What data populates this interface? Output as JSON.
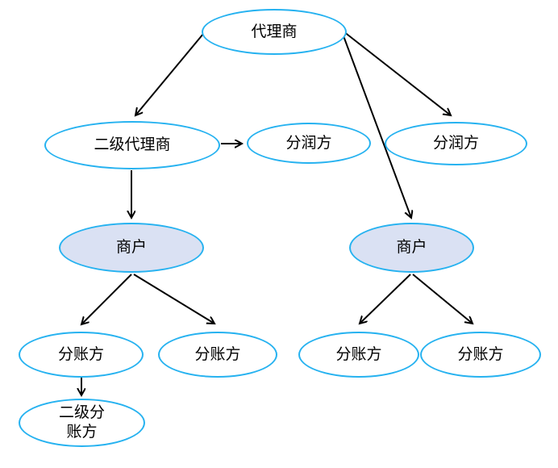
{
  "diagram": {
    "title": "payment-role-hierarchy-flowchart",
    "colors": {
      "node_border": "#26b2f0",
      "node_fill": "#ffffff",
      "merchant_fill": "#dae1f3",
      "arrow": "#000000",
      "text": "#000000",
      "canvas_bg": "#ffffff"
    },
    "nodes": [
      {
        "id": "agent",
        "label": "代理商",
        "highlighted": false
      },
      {
        "id": "sub-agent",
        "label": "二级代理商",
        "highlighted": false
      },
      {
        "id": "profit-share-left",
        "label": "分润方",
        "highlighted": false
      },
      {
        "id": "profit-share-right",
        "label": "分润方",
        "highlighted": false
      },
      {
        "id": "merchant-left",
        "label": "商户",
        "highlighted": true
      },
      {
        "id": "merchant-right",
        "label": "商户",
        "highlighted": true
      },
      {
        "id": "split-party-1",
        "label": "分账方",
        "highlighted": false
      },
      {
        "id": "split-party-2",
        "label": "分账方",
        "highlighted": false
      },
      {
        "id": "split-party-3",
        "label": "分账方",
        "highlighted": false
      },
      {
        "id": "split-party-4",
        "label": "分账方",
        "highlighted": false
      },
      {
        "id": "sub-split-party",
        "label": "二级分账方",
        "highlighted": false
      }
    ],
    "edges": [
      {
        "from": "agent",
        "to": "sub-agent"
      },
      {
        "from": "agent",
        "to": "profit-share-right"
      },
      {
        "from": "agent",
        "to": "merchant-right"
      },
      {
        "from": "sub-agent",
        "to": "profit-share-left"
      },
      {
        "from": "sub-agent",
        "to": "merchant-left"
      },
      {
        "from": "merchant-left",
        "to": "split-party-1"
      },
      {
        "from": "merchant-left",
        "to": "split-party-2"
      },
      {
        "from": "split-party-1",
        "to": "sub-split-party"
      },
      {
        "from": "merchant-right",
        "to": "split-party-3"
      },
      {
        "from": "merchant-right",
        "to": "split-party-4"
      }
    ]
  }
}
